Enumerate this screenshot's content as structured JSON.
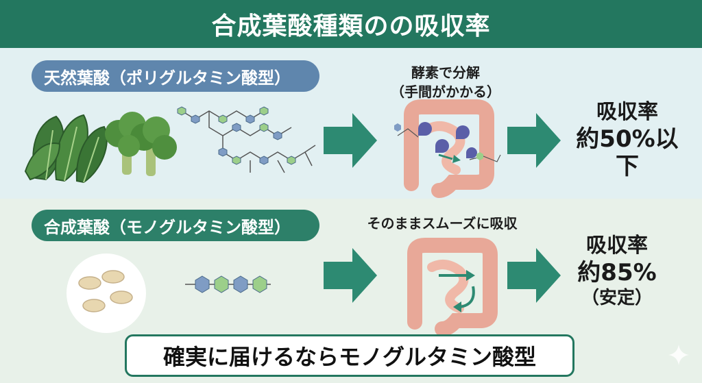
{
  "header": {
    "title": "合成葉酸種類のの吸収率"
  },
  "natural": {
    "label": "天然葉酸（ポリグルタミン酸型）",
    "process_line1": "酵素で分解",
    "process_line2": "（手間がかかる）",
    "result_line1": "吸収率",
    "result_line2": "約50%以下"
  },
  "synthetic": {
    "label": "合成葉酸（モノグルタミン酸型）",
    "process": "そのままスムーズに吸収",
    "result_line1": "吸収率",
    "result_line2": "約85%",
    "result_line3": "（安定）"
  },
  "banner": {
    "text": "確実に届けるならモノグルタミン酸型"
  },
  "colors": {
    "header": "#23775f",
    "natural_pill": "#5f86ad",
    "synthetic_pill": "#2d8069",
    "arrow": "#2d8a72",
    "molecule_blue": "#7f9cc4",
    "molecule_green": "#9ccf8a",
    "intestine": "#e8a898"
  },
  "icons": [
    "spinach-icon",
    "broccoli-icon",
    "polyglutamate-molecule-icon",
    "intestine-icon",
    "enzyme-icon",
    "tablet-icon",
    "monoglutamate-molecule-icon",
    "arrow-right-icon",
    "sparkle-icon"
  ]
}
